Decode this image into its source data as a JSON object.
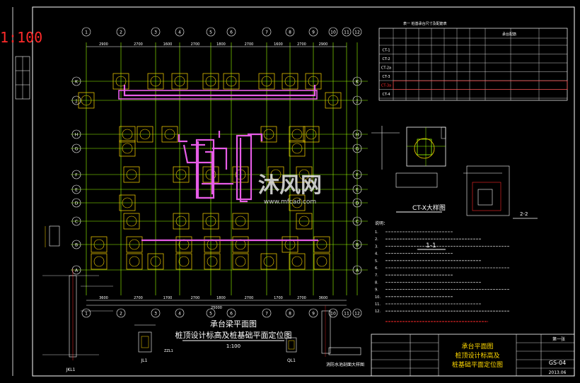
{
  "scale_label": "1:100",
  "plan": {
    "title_line1": "承台梁平面图",
    "title_line2": "桩顶设计标高及桩基础平面定位图",
    "scale": "1:100",
    "top_axes": [
      "1",
      "2",
      "3",
      "4",
      "5",
      "6",
      "7",
      "8",
      "9",
      "10",
      "11",
      "12"
    ],
    "bottom_axes": [
      "1",
      "2",
      "3",
      "4",
      "5",
      "6",
      "7",
      "8",
      "9",
      "10",
      "11",
      "12"
    ],
    "left_axes": [
      "K",
      "J",
      "H",
      "G",
      "F",
      "E",
      "D",
      "C",
      "B",
      "A"
    ],
    "right_axes": [
      "K",
      "J",
      "H",
      "G",
      "F",
      "E",
      "D",
      "C",
      "B",
      "A"
    ],
    "top_dims": [
      "2900",
      "2700",
      "1600",
      "2700",
      "1800",
      "2700",
      "1600",
      "2700",
      "2900"
    ],
    "bottom_dims": [
      "3600",
      "2700",
      "1700",
      "2700",
      "1800",
      "2700",
      "1700",
      "2700",
      "3600"
    ],
    "overall_dim": "25000"
  },
  "table": {
    "title": "表一 桩基承台尺寸及配筋表",
    "header_group": "承台配筋",
    "rows": [
      {
        "id": "CT-1",
        "highlight": false
      },
      {
        "id": "CT-2",
        "highlight": false
      },
      {
        "id": "CT-2a",
        "highlight": false
      },
      {
        "id": "CT-3",
        "highlight": false
      },
      {
        "id": "CT-3a",
        "highlight": true
      },
      {
        "id": "CT-4",
        "highlight": false
      }
    ]
  },
  "detail": {
    "title": "CT-X大样图",
    "section_1_1": "1-1",
    "section_2_2": "2-2"
  },
  "notes": {
    "heading": "说明：",
    "items": [
      "1.",
      "2.",
      "3.",
      "4.",
      "5.",
      "6.",
      "7.",
      "8.",
      "9.",
      "10.",
      "11.",
      "12."
    ]
  },
  "small_details": [
    {
      "label": "JKL1"
    },
    {
      "label": "ZZL1"
    },
    {
      "label": "JL1"
    },
    {
      "label": "QL1"
    }
  ],
  "wall_section_title": "消防水池剖面大样图",
  "title_block": {
    "sheet_label": "第一张",
    "drawing_title_line1": "承台平面图",
    "drawing_title_line2": "桩顶设计标高及",
    "drawing_title_line3": "桩基础平面定位图",
    "drawing_no": "GS-04",
    "date": "2013.06"
  },
  "watermark": {
    "brand": "沐风网",
    "url": "www.mfcad.com"
  },
  "colors": {
    "background": "#000000",
    "grid_line": "#9aff00",
    "pile_cap": "#ffd800",
    "beam": "#e65ce6",
    "dimension": "#ffffff",
    "frame": "#ffffff",
    "red_label": "#ff2a2a"
  }
}
